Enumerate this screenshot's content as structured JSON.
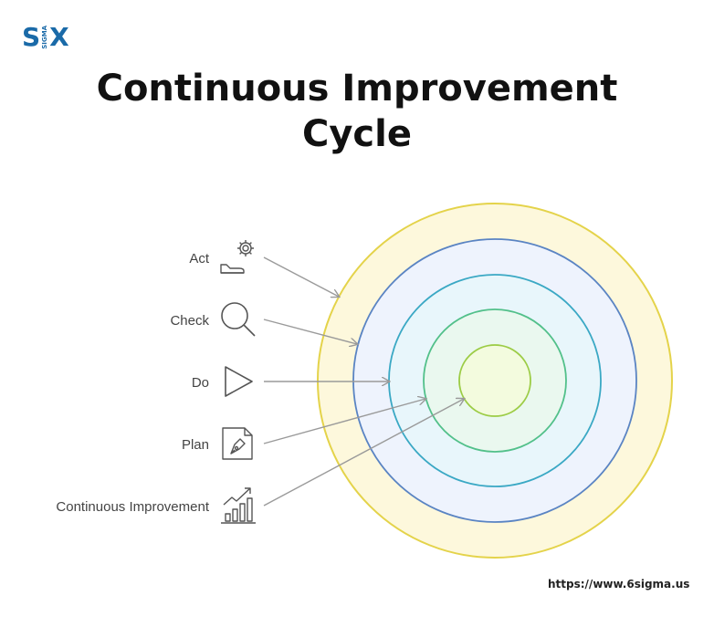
{
  "logo": {
    "left": "S",
    "middle": "SIGMA",
    "right": "X"
  },
  "title": {
    "line1": "Continuous Improvement",
    "line2": "Cycle"
  },
  "labels": {
    "act": "Act",
    "check": "Check",
    "do": "Do",
    "plan": "Plan",
    "continuous": "Continuous Improvement"
  },
  "icons": {
    "act": "gear-hand-icon",
    "check": "magnifier-icon",
    "do": "play-icon",
    "plan": "document-pen-icon",
    "continuous": "growth-chart-icon"
  },
  "colors": {
    "ring1_fill": "#fdf8dc",
    "ring1_stroke": "#e4d34a",
    "ring2_fill": "#eef3fd",
    "ring2_stroke": "#5a84c3",
    "ring3_fill": "#e8f6fb",
    "ring3_stroke": "#3aa8c4",
    "ring4_fill": "#eaf8ef",
    "ring4_stroke": "#52c08a",
    "ring5_fill": "#f3fbde",
    "ring5_stroke": "#9ccc45",
    "arrow": "#9a9a9a"
  },
  "footer": {
    "url": "https://www.6sigma.us"
  }
}
